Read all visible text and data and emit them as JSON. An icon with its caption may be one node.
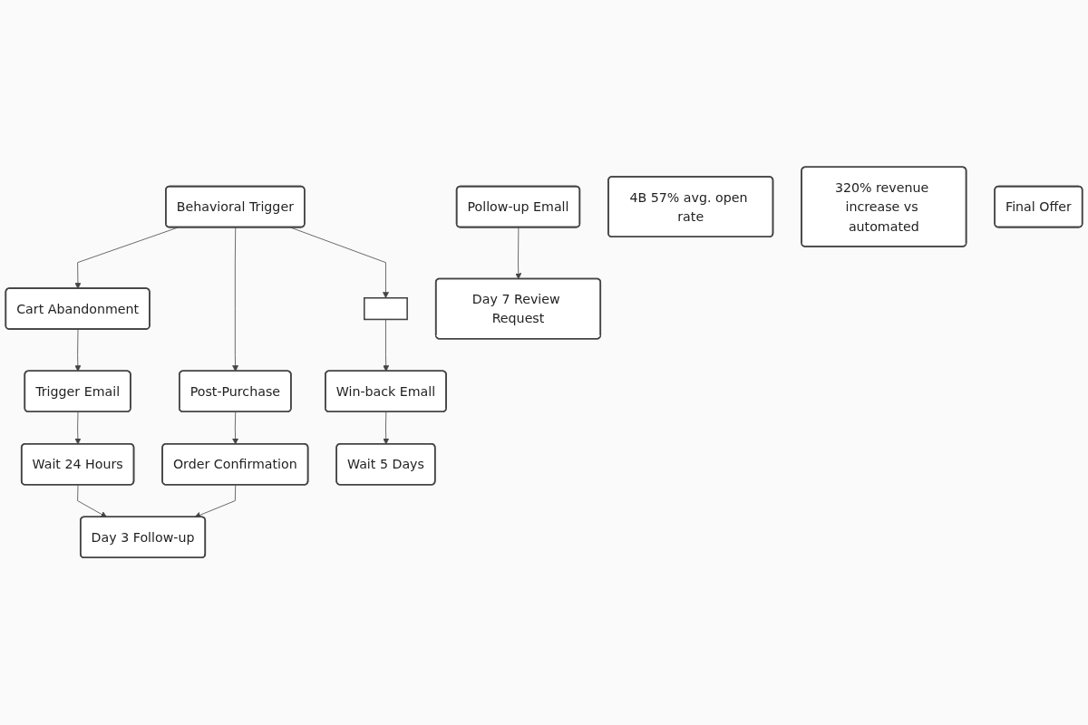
{
  "diagram": {
    "nodes": [
      {
        "text": [
          "Behavioral Trigger"
        ]
      },
      {
        "text": [
          "4B 57% avg. open rate"
        ]
      },
      {
        "text": [
          "Cart Abandonment"
        ]
      },
      {
        "text": [
          "Post-Purchase"
        ]
      },
      {
        "text": [],
        "shape": "box"
      },
      {
        "text": [
          "320% revenue increase vs automated"
        ]
      },
      {
        "text": [
          "Trigger Email"
        ]
      },
      {
        "text": [
          "Order Confirmation"
        ]
      },
      {
        "text": [
          "Win-back Emall"
        ]
      },
      {
        "text": [
          "Wait 24 Hours"
        ]
      },
      {
        "text": [
          "Day 3 Follow-up"
        ]
      },
      {
        "text": [
          "Wait 5 Days"
        ]
      },
      {
        "text": [
          "Pollow-up Emall"
        ]
      },
      {
        "text": [
          "Day 7 Review Request"
        ]
      },
      {
        "text": [
          "Final Offer"
        ]
      }
    ],
    "edges": [
      {
        "from": 0,
        "to": 2,
        "arrow": "to"
      },
      {
        "from": 0,
        "to": 3,
        "arrow": "to"
      },
      {
        "from": 0,
        "to": 4,
        "arrow": "to"
      },
      {
        "from": 2,
        "to": 6,
        "arrow": "to"
      },
      {
        "from": 3,
        "to": 7,
        "arrow": "to"
      },
      {
        "from": 4,
        "to": 8,
        "arrow": "to"
      },
      {
        "from": 6,
        "to": 9,
        "arrow": "to"
      },
      {
        "from": 7,
        "to": 10,
        "arrow": "to"
      },
      {
        "from": 8,
        "to": 11,
        "arrow": "to"
      },
      {
        "from": 9,
        "to": 10,
        "arrow": "to"
      },
      {
        "from": 12,
        "to": 13,
        "arrow": "to"
      }
    ]
  }
}
